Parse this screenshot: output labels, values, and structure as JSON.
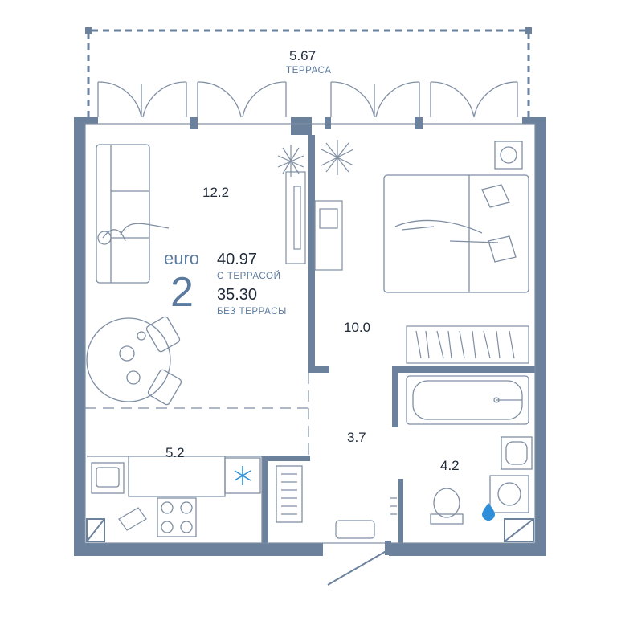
{
  "terrace": {
    "area": "5.67",
    "label": "ТЕРРАСА"
  },
  "rooms": {
    "living": "12.2",
    "bedroom": "10.0",
    "kitchen": "5.2",
    "hall": "3.7",
    "bath": "4.2"
  },
  "apartment": {
    "type_word": "euro",
    "room_count": "2",
    "area_with_terrace": "40.97",
    "with_terrace_label": "С ТЕРРАСОЙ",
    "area_without_terrace": "35.30",
    "without_terrace_label": "БЕЗ ТЕРРАСЫ"
  },
  "colors": {
    "wall": "#6b819c",
    "line": "#7f8ea3",
    "accent": "#5b7a9e",
    "water": "#2e8fd8"
  },
  "icons": [
    "snowflake-icon",
    "water-drop-icon",
    "plant-icon",
    "bed-icon",
    "sofa-icon",
    "table-icon",
    "stove-icon",
    "sink-icon",
    "bathtub-icon",
    "toilet-icon",
    "washer-icon"
  ]
}
